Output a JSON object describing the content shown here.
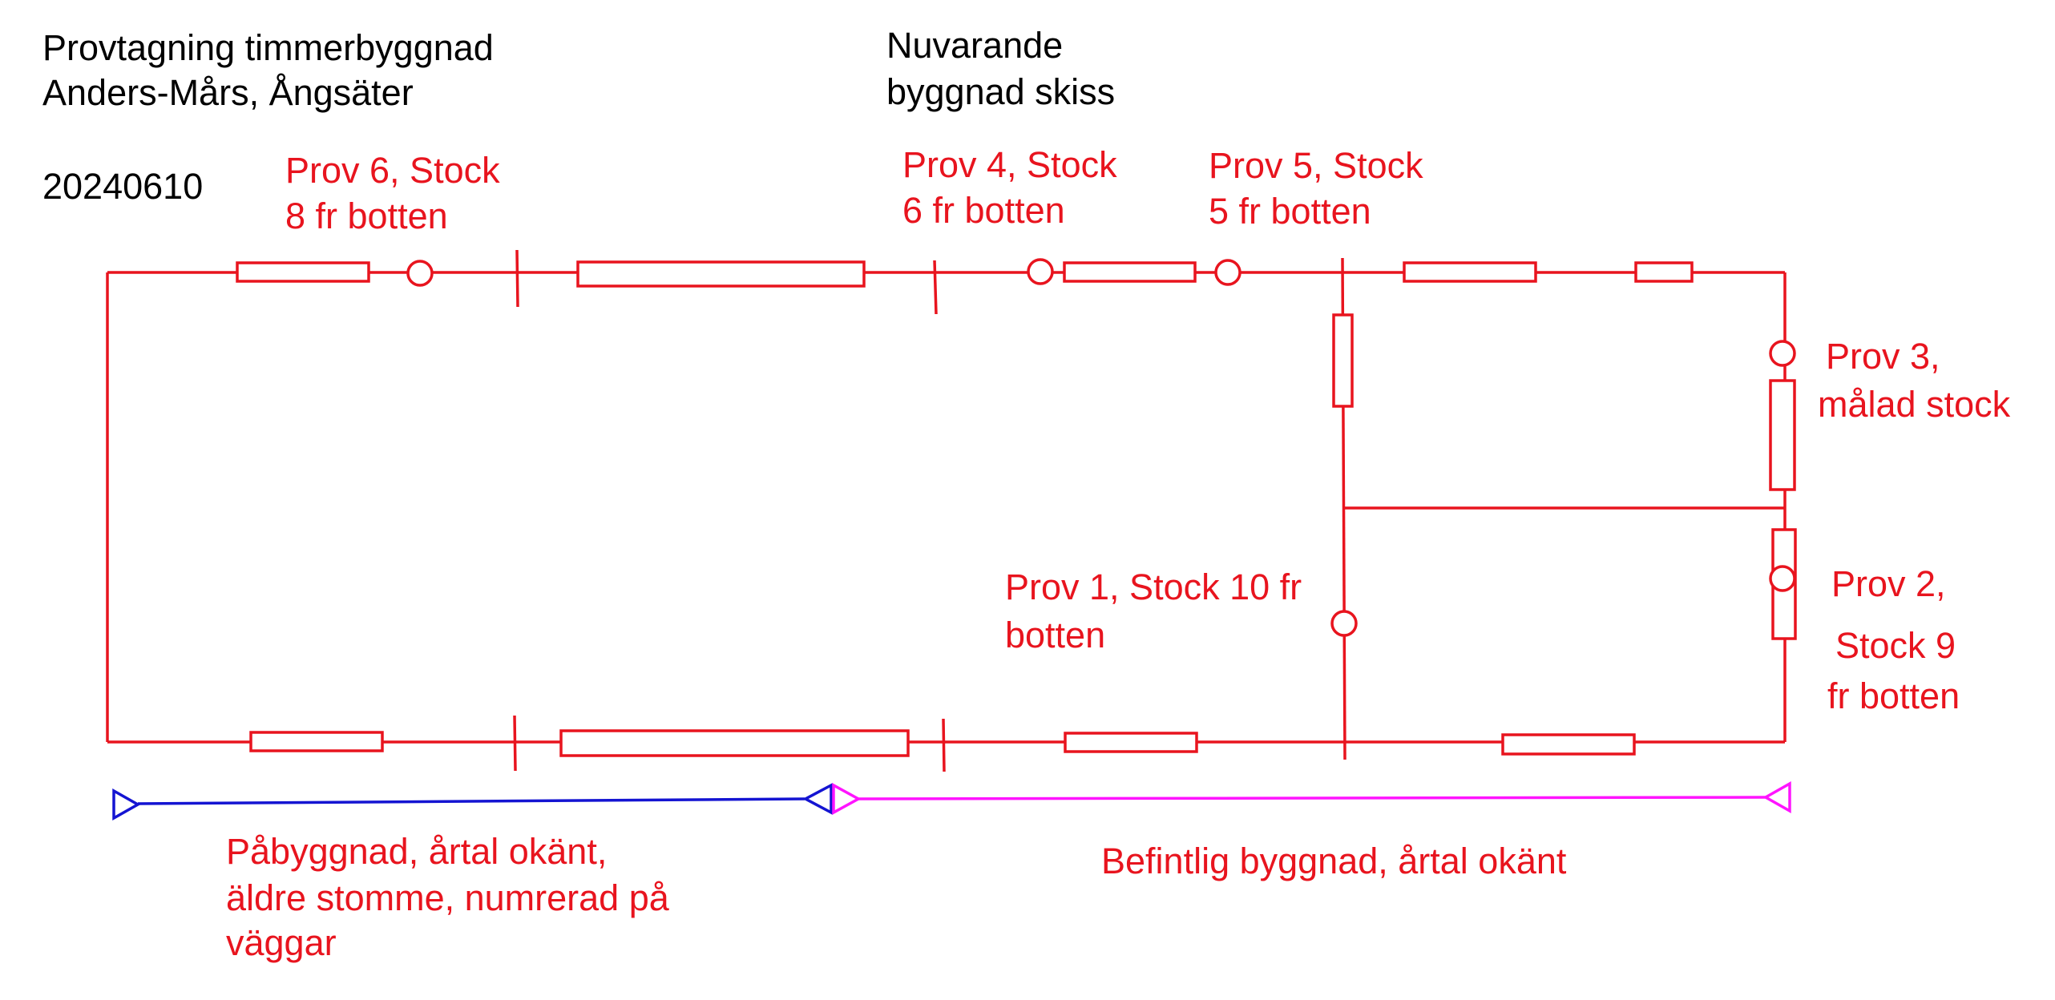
{
  "header": {
    "title_line1": "Provtagning timmerbyggnad",
    "title_line2": "Anders-Mårs, Ångsäter",
    "date": "20240610",
    "sketch_line1": "Nuvarande",
    "sketch_line2": "byggnad skiss"
  },
  "samples": [
    {
      "id": "prov6",
      "line1": "Prov 6, Stock",
      "line2": "8 fr botten"
    },
    {
      "id": "prov4",
      "line1": "Prov 4, Stock",
      "line2": "6 fr botten"
    },
    {
      "id": "prov5",
      "line1": "Prov 5, Stock",
      "line2": "5 fr botten"
    },
    {
      "id": "prov3",
      "line1": "Prov 3,",
      "line2": "målad stock"
    },
    {
      "id": "prov1",
      "line1": "Prov 1, Stock 10 fr",
      "line2": "botten"
    },
    {
      "id": "prov2",
      "line1": "Prov 2,",
      "line2": "Stock 9",
      "line3": "fr botten"
    }
  ],
  "extents": {
    "extension": {
      "line1": "Påbyggnad, årtal okänt,",
      "line2": "äldre stomme, numrerad på",
      "line3": "väggar",
      "color": "#1414d2"
    },
    "existing": {
      "line1": "Befintlig byggnad, årtal okänt",
      "color": "#ff14ff"
    }
  },
  "colors": {
    "plan": "#e8141e",
    "label_red": "#e8141e",
    "label_black": "#000000"
  }
}
